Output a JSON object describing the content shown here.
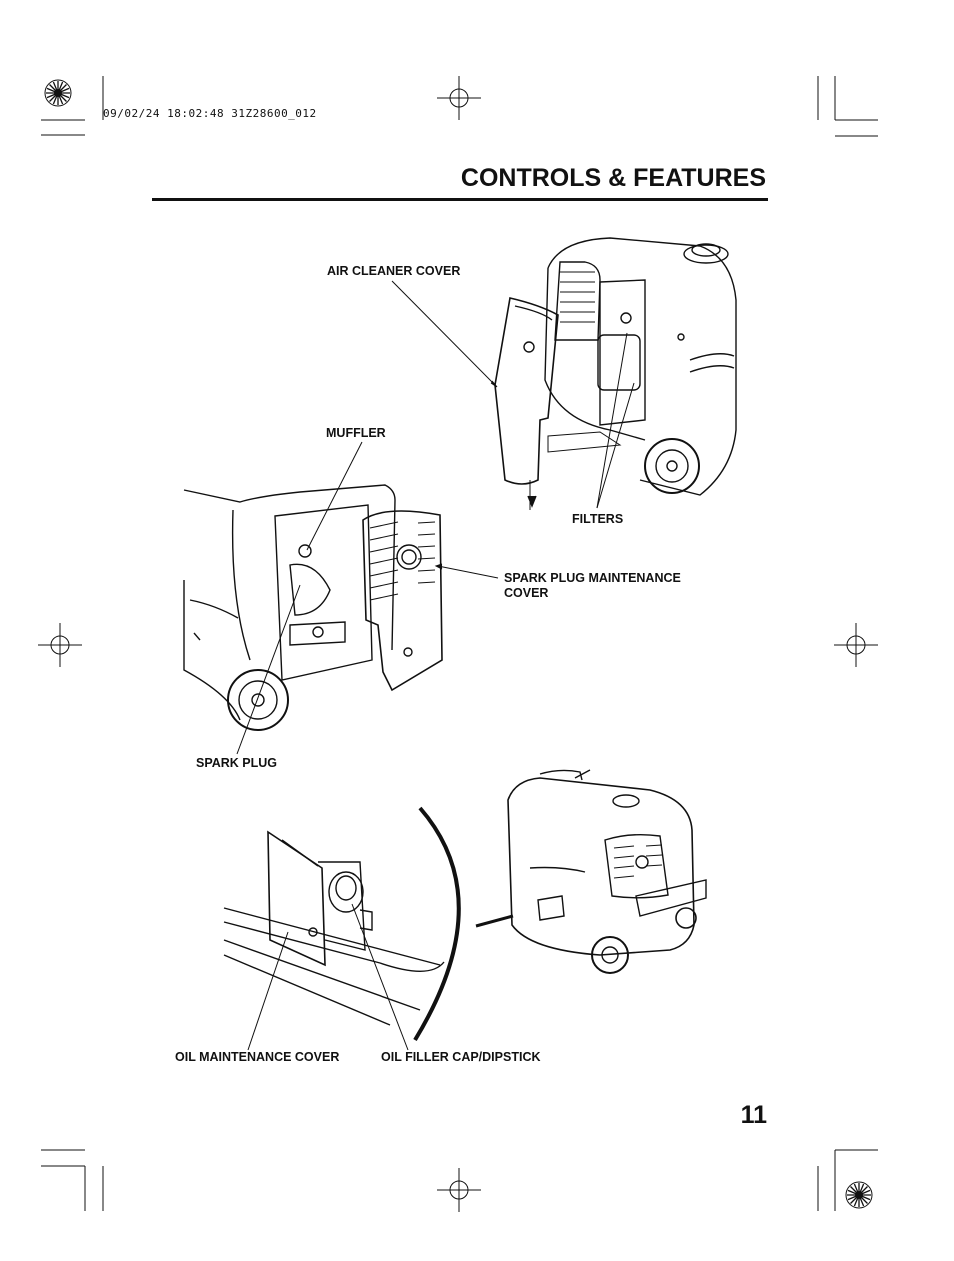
{
  "print_stamp": "09/02/24 18:02:48 31Z28600_012",
  "section_title": "CONTROLS & FEATURES",
  "page_number": "11",
  "callouts": {
    "air_cleaner_cover": "AIR CLEANER COVER",
    "muffler": "MUFFLER",
    "filters": "FILTERS",
    "spark_plug_maintenance_cover_line1": "SPARK PLUG MAINTENANCE",
    "spark_plug_maintenance_cover_line2": "COVER",
    "spark_plug": "SPARK PLUG",
    "oil_maintenance_cover": "OIL MAINTENANCE COVER",
    "oil_filler_cap_dipstick": "OIL FILLER CAP/DIPSTICK"
  }
}
